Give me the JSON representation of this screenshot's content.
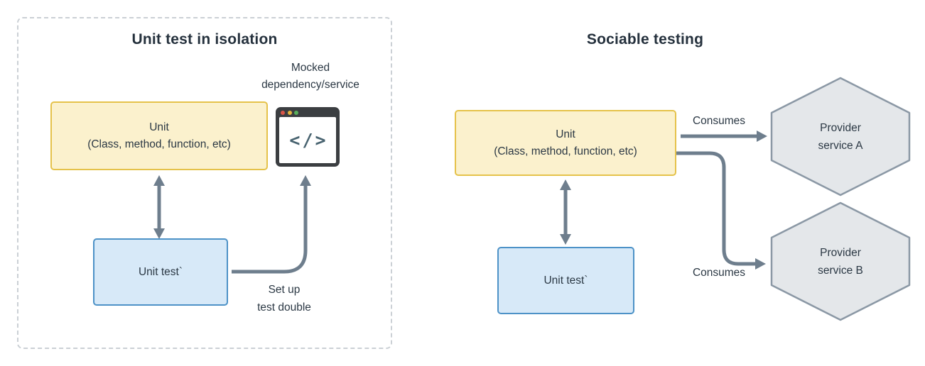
{
  "colors": {
    "background": "#ffffff",
    "dashed_border": "#cbd0d5",
    "title_text": "#25313d",
    "body_text": "#2b3844",
    "unit_box_fill": "#fbf1cd",
    "unit_box_border": "#e5c24a",
    "test_box_fill": "#d7e9f8",
    "test_box_border": "#4d92c7",
    "hexagon_fill": "#e4e7ea",
    "hexagon_border": "#8b98a5",
    "arrow": "#6e7e8d",
    "icon_frame": "#3b3e41",
    "icon_dot_red": "#d95548",
    "icon_dot_yellow": "#e5b43c",
    "icon_dot_green": "#57ae5b",
    "icon_glyph_color": "#47626f"
  },
  "left_panel": {
    "title": "Unit test in isolation",
    "mocked_label": {
      "line1": "Mocked",
      "line2": "dependency/service"
    },
    "unit_box": {
      "line1": "Unit",
      "line2": "(Class, method, function, etc)"
    },
    "unit_test_label": "Unit test`",
    "setup_label": {
      "line1": "Set up",
      "line2": "test double"
    },
    "icon": {
      "name": "code-window-icon",
      "glyph": "</>"
    }
  },
  "right_panel": {
    "title": "Sociable testing",
    "unit_box": {
      "line1": "Unit",
      "line2": "(Class, method, function, etc)"
    },
    "unit_test_label": "Unit test`",
    "consumes_top": "Consumes",
    "consumes_bottom": "Consumes",
    "provider_a": {
      "line1": "Provider",
      "line2": "service A"
    },
    "provider_b": {
      "line1": "Provider",
      "line2": "service B"
    }
  }
}
